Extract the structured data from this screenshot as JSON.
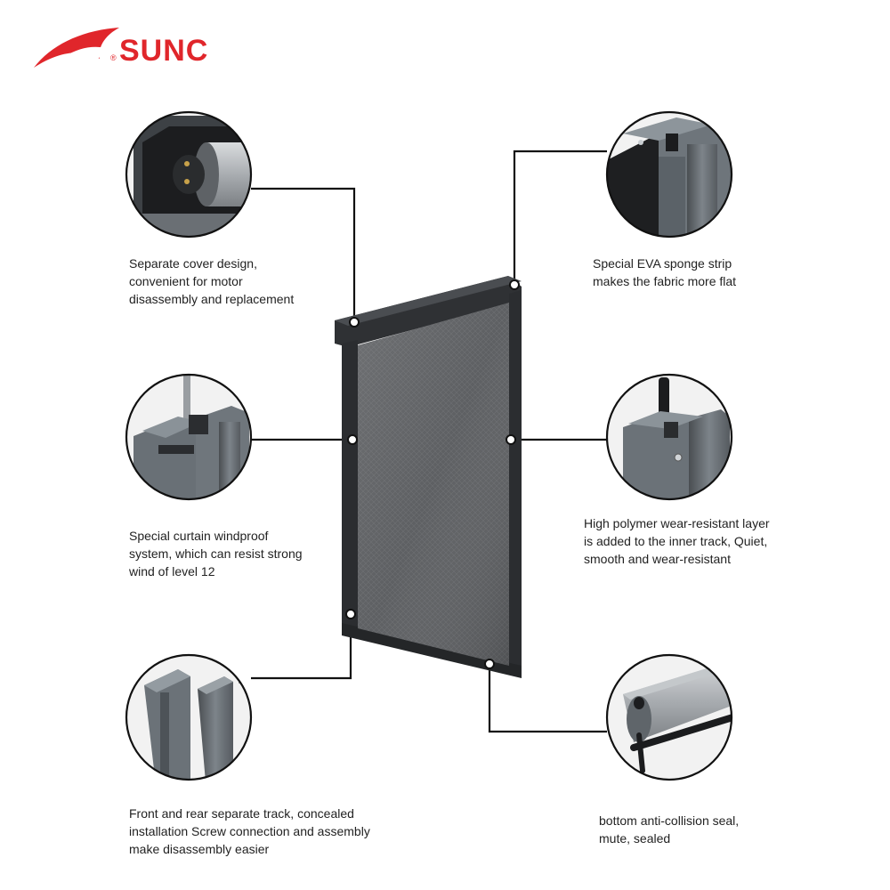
{
  "brand": {
    "name": "SUNC",
    "registered": "®",
    "color": "#e0262b"
  },
  "callouts": [
    {
      "id": "cover",
      "lines": [
        "Separate cover design,",
        "convenient for motor",
        "disassembly and replacement"
      ]
    },
    {
      "id": "eva",
      "lines": [
        "Special EVA sponge strip",
        "makes the fabric more flat"
      ]
    },
    {
      "id": "windproof",
      "lines": [
        "Special curtain windproof",
        "system, which can resist strong",
        "wind of level 12"
      ]
    },
    {
      "id": "polymer",
      "lines": [
        "High polymer wear-resistant layer",
        "is added to the inner track, Quiet,",
        "smooth and wear-resistant"
      ]
    },
    {
      "id": "track",
      "lines": [
        "Front and rear separate track, concealed",
        "installation Screw connection and assembly",
        "make disassembly easier"
      ]
    },
    {
      "id": "seal",
      "lines": [
        "bottom anti-collision seal,",
        "mute, sealed"
      ]
    }
  ],
  "colors": {
    "frame": "#3a3c3f",
    "frame_dark": "#2a2b2d",
    "mesh": "#5b5d60",
    "profile": "#6f767c",
    "profile_light": "#9aa1a6",
    "leader": "#111111"
  }
}
